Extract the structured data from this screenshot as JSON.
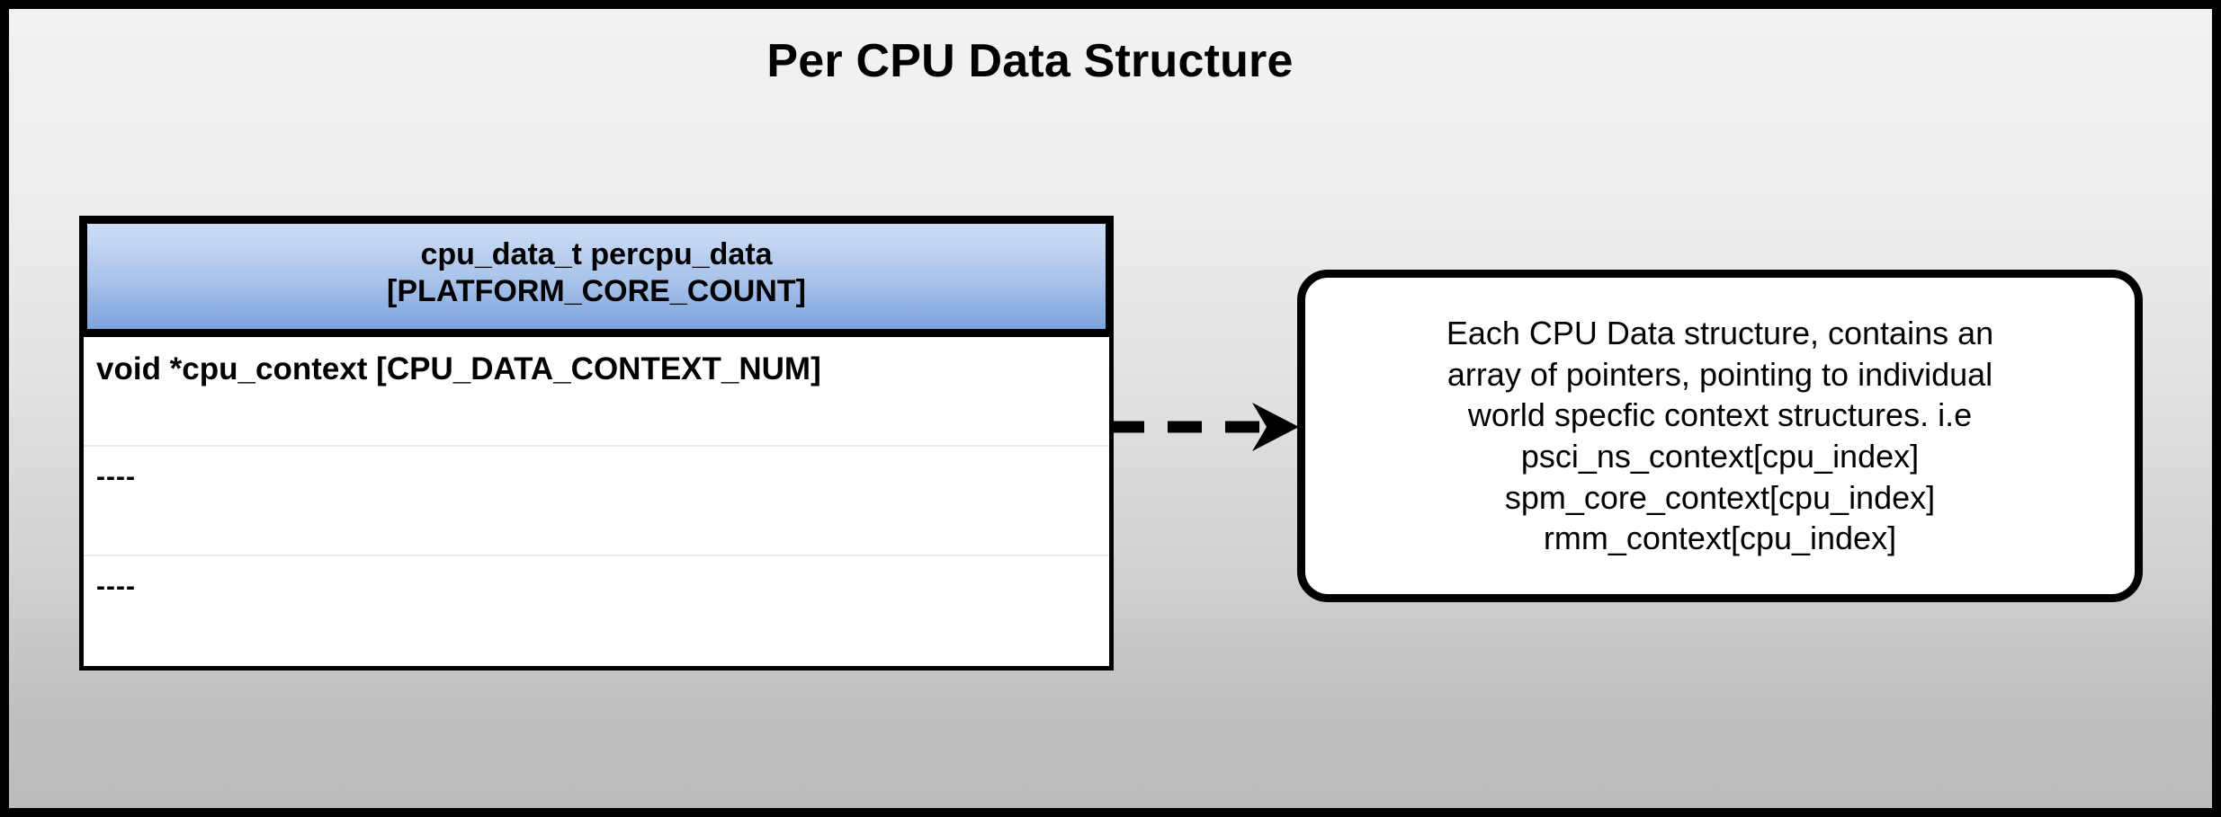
{
  "page": {
    "title": "Per CPU Data Structure",
    "background_top_color": "#f2f2f2",
    "background_bottom_color": "#bcbcbc",
    "frame_color": "#000000"
  },
  "struct_table": {
    "header": {
      "line1": "cpu_data_t percpu_data",
      "line2": "[PLATFORM_CORE_COUNT]",
      "gradient_top_color": "#ccdcf4",
      "gradient_bottom_color": "#7ea4dd",
      "border_color": "#000000"
    },
    "rows": [
      {
        "text": "void *cpu_context [CPU_DATA_CONTEXT_NUM]"
      },
      {
        "text": "----"
      },
      {
        "text": "----"
      }
    ]
  },
  "connector": {
    "style": "dashed-arrow",
    "direction": "right",
    "color": "#000000"
  },
  "callout": {
    "lines": [
      "Each CPU Data structure, contains an",
      "array of pointers, pointing to individual",
      "world specfic context structures. i.e",
      "psci_ns_context[cpu_index]",
      "spm_core_context[cpu_index]",
      "rmm_context[cpu_index]"
    ],
    "border_color": "#000000",
    "fill_color": "#ffffff"
  }
}
